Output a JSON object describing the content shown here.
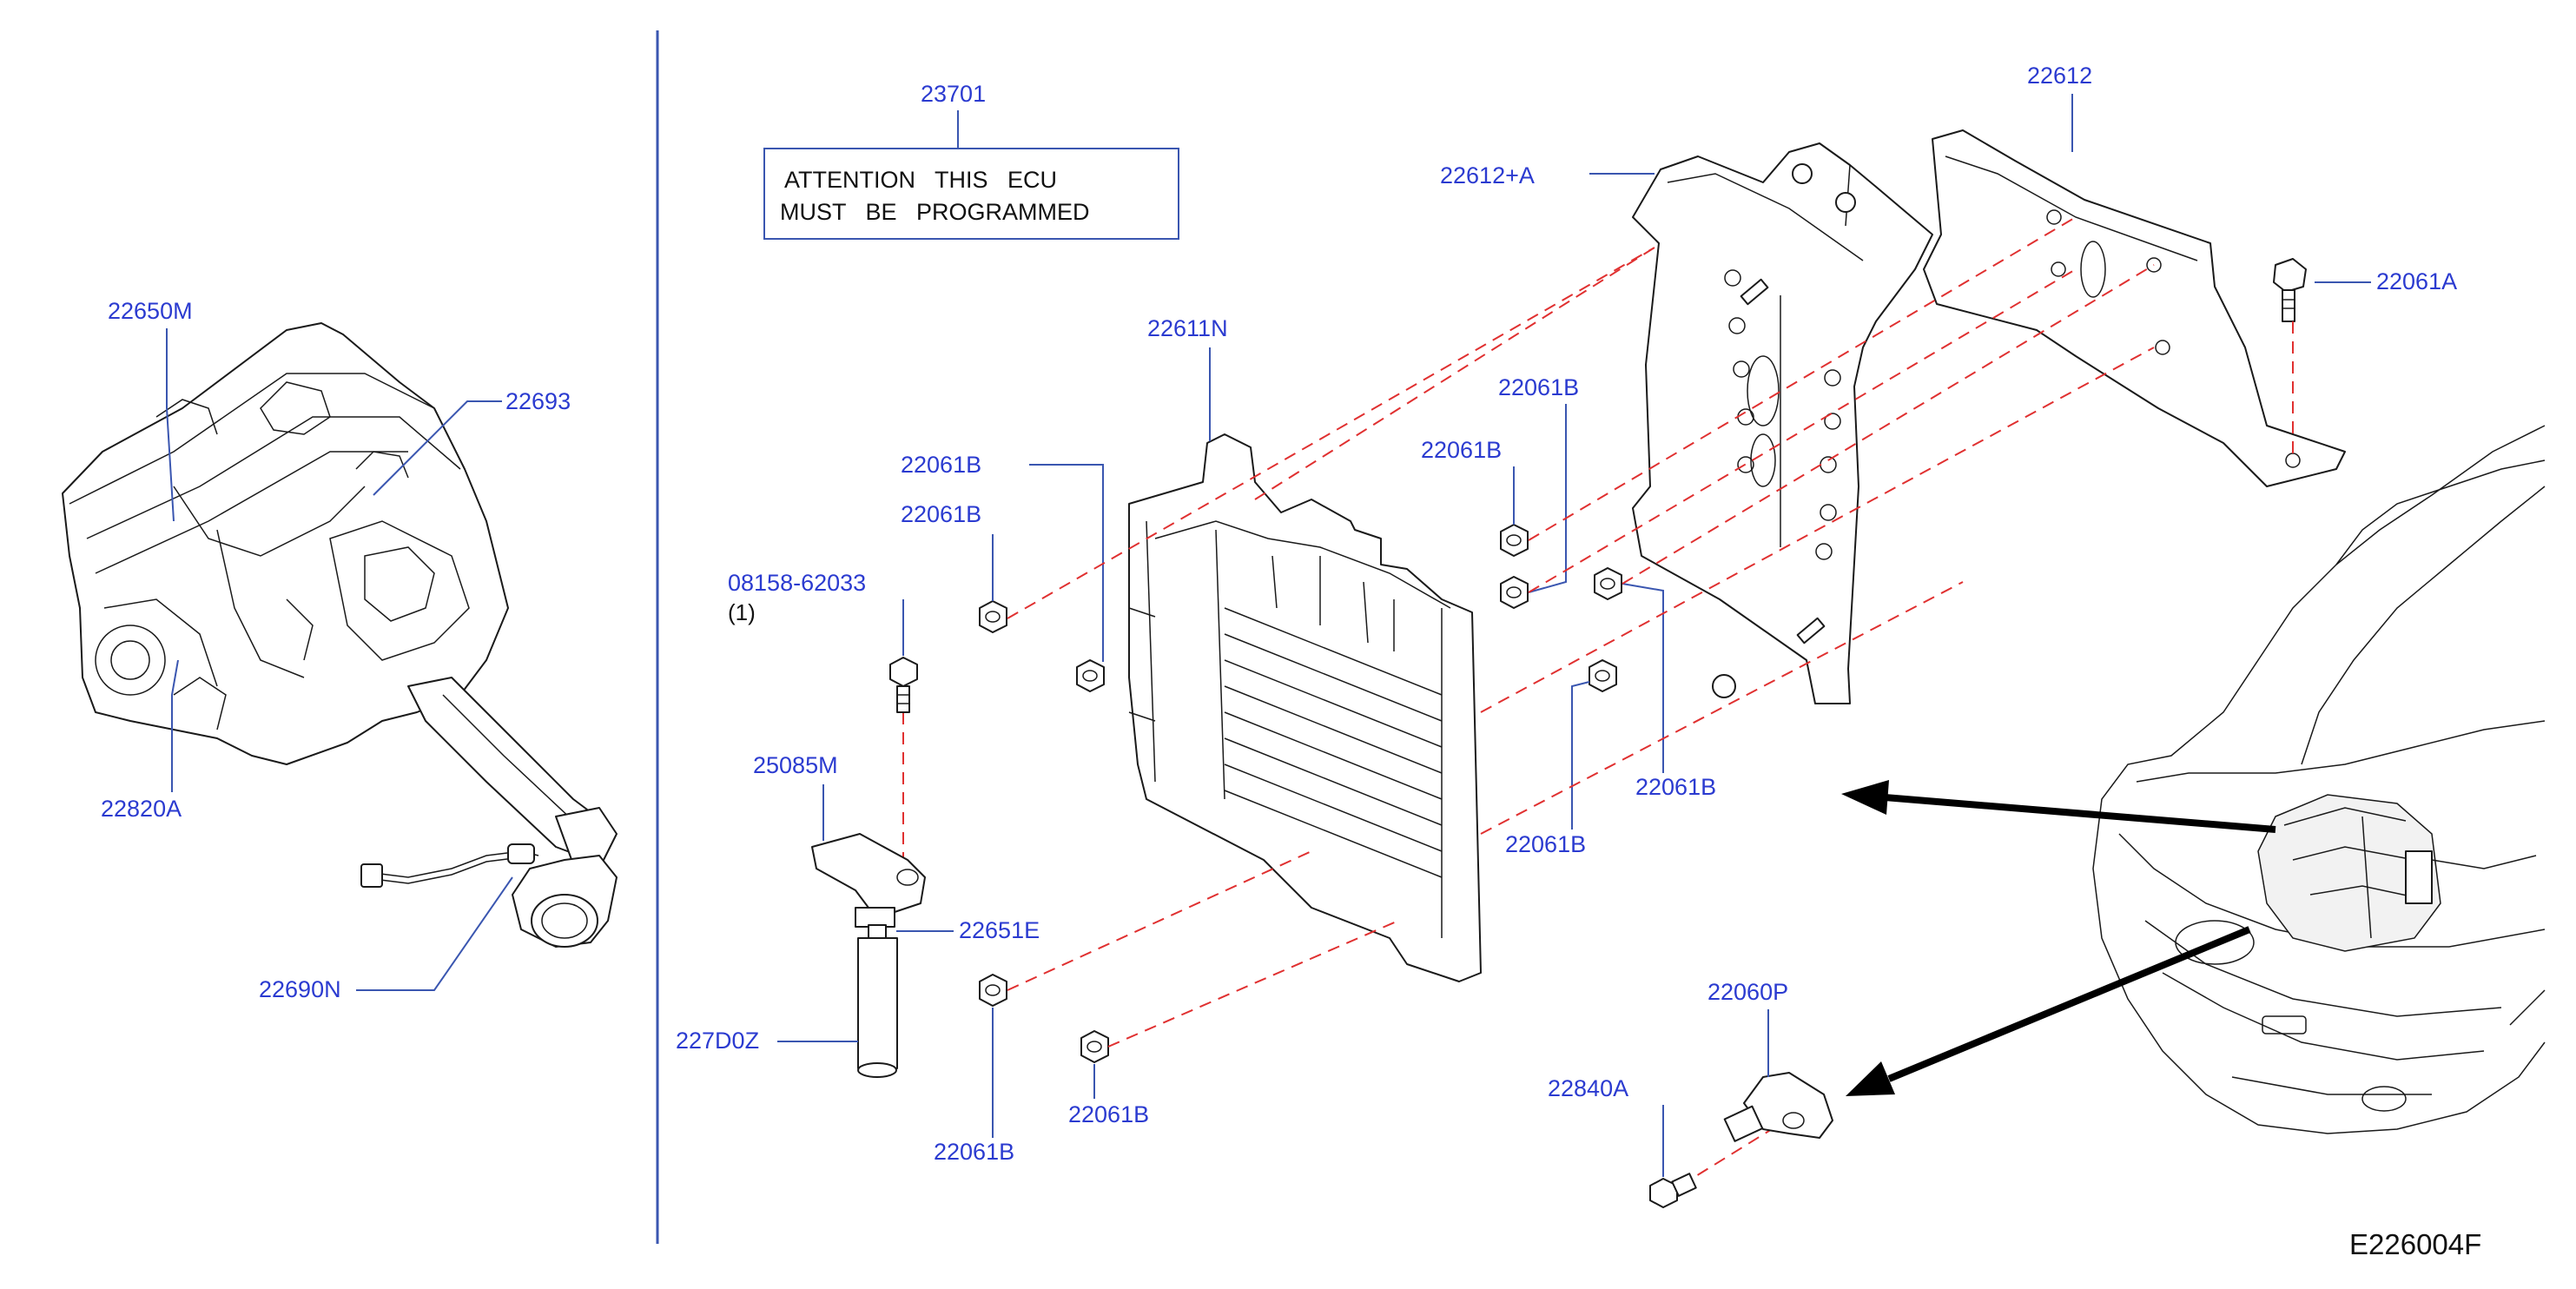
{
  "diagram_code": "E226004F",
  "notice": {
    "line1": "ATTENTION   THIS   ECU",
    "line2": "MUST   BE   PROGRAMMED"
  },
  "labels": {
    "p23701": "23701",
    "p22612": "22612",
    "p22612a": "22612+A",
    "p22061a": "22061A",
    "p22611n": "22611N",
    "p22061b_1": "22061B",
    "p22061b_2": "22061B",
    "p22061b_3": "22061B",
    "p22061b_4": "22061B",
    "p22061b_5": "22061B",
    "p22061b_6": "22061B",
    "p22061b_7": "22061B",
    "p22061b_8": "22061B",
    "p08158": "08158-62033",
    "p08158_qty": "(1)",
    "p25085m": "25085M",
    "p22651e": "22651E",
    "p227d0z": "227D0Z",
    "p22650m": "22650M",
    "p22693": "22693",
    "p22820a": "22820A",
    "p22690n": "22690N",
    "p22060p": "22060P",
    "p22840a": "22840A"
  },
  "colors": {
    "label_blue": "#2b3bd0",
    "leader_blue": "#3a56b0",
    "dash_red": "#e03030",
    "ink": "#1a1a1a"
  }
}
